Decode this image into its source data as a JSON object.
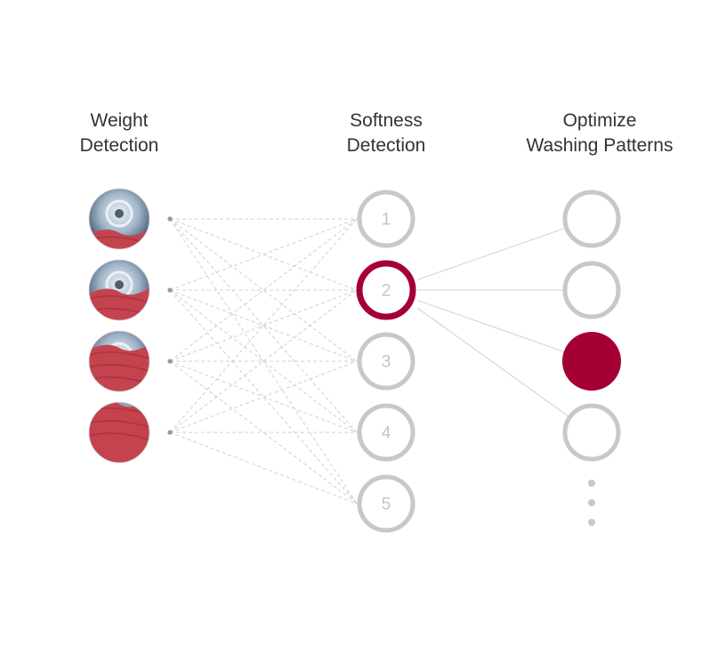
{
  "columns": {
    "weight": {
      "line1": "Weight",
      "line2": "Detection"
    },
    "softness": {
      "line1": "Softness",
      "line2": "Detection"
    },
    "patterns": {
      "line1": "Optimize",
      "line2": "Washing Patterns"
    }
  },
  "weight_levels": [
    {
      "name": "weight-level-1",
      "fill_fraction": 0.3
    },
    {
      "name": "weight-level-2",
      "fill_fraction": 0.5
    },
    {
      "name": "weight-level-3",
      "fill_fraction": 0.75
    },
    {
      "name": "weight-level-4",
      "fill_fraction": 1.0
    }
  ],
  "softness_nodes": [
    {
      "label": "1",
      "active": false
    },
    {
      "label": "2",
      "active": true
    },
    {
      "label": "3",
      "active": false
    },
    {
      "label": "4",
      "active": false
    },
    {
      "label": "5",
      "active": false
    }
  ],
  "pattern_nodes": [
    {
      "selected": false
    },
    {
      "selected": false
    },
    {
      "selected": true
    },
    {
      "selected": false
    }
  ],
  "more_indicator": "ellipsis-vertical-icon",
  "colors": {
    "accent": "#a50034",
    "ring": "#c8c8c8",
    "connection": "#d0d0d0",
    "title": "#333333",
    "fabric": "#c4434f",
    "drum": "#6d8aa6"
  }
}
